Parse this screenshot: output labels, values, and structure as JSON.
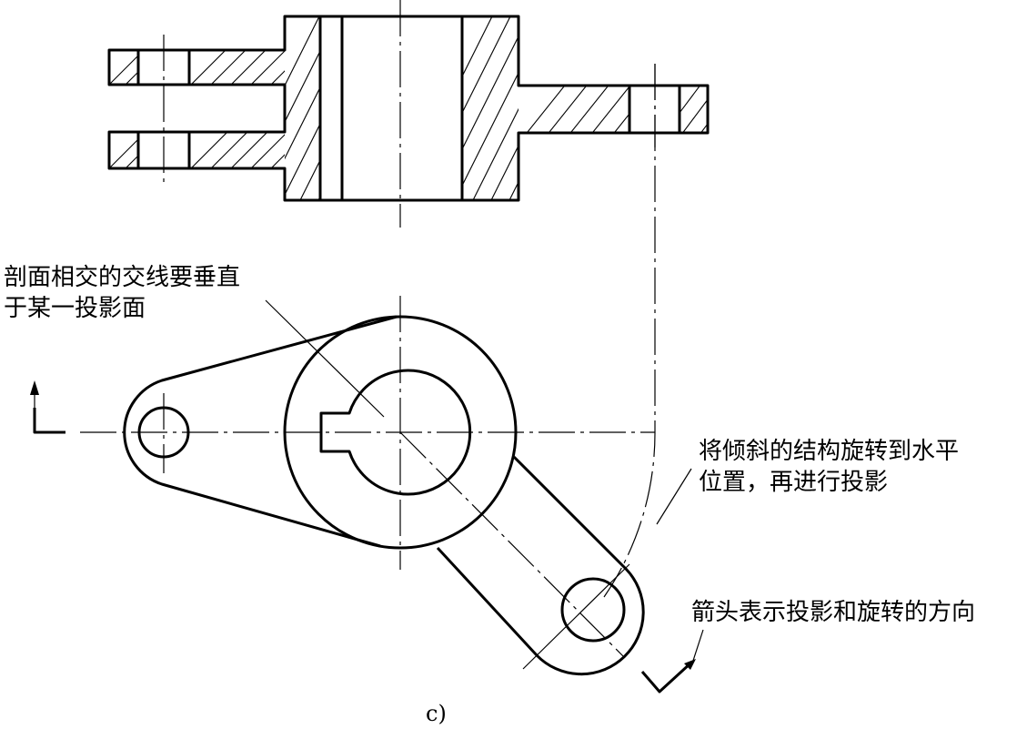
{
  "annotations": {
    "intersection_note_line1": "剖面相交的交线要垂直",
    "intersection_note_line2": "于某一投影面",
    "rotation_note_line1": "将倾斜的结构旋转到水平",
    "rotation_note_line2": "位置，再进行投影",
    "arrow_note": "箭头表示投影和旋转的方向"
  },
  "caption": "c)"
}
